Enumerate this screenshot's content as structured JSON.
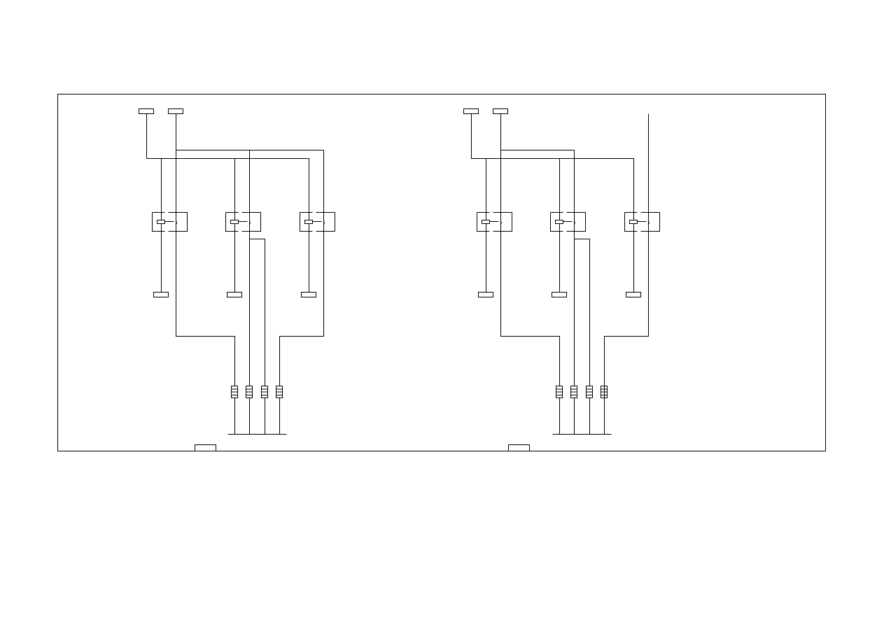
{
  "diagram": {
    "colors": {
      "line": "#000000",
      "background": "#ffffff"
    },
    "circuits": [
      {
        "relays": 3,
        "resistors": 4,
        "top_terminals": 2,
        "bottom_terminals": 3
      },
      {
        "relays": 3,
        "resistors": 4,
        "top_terminals": 3,
        "bottom_terminals": 3
      }
    ]
  }
}
